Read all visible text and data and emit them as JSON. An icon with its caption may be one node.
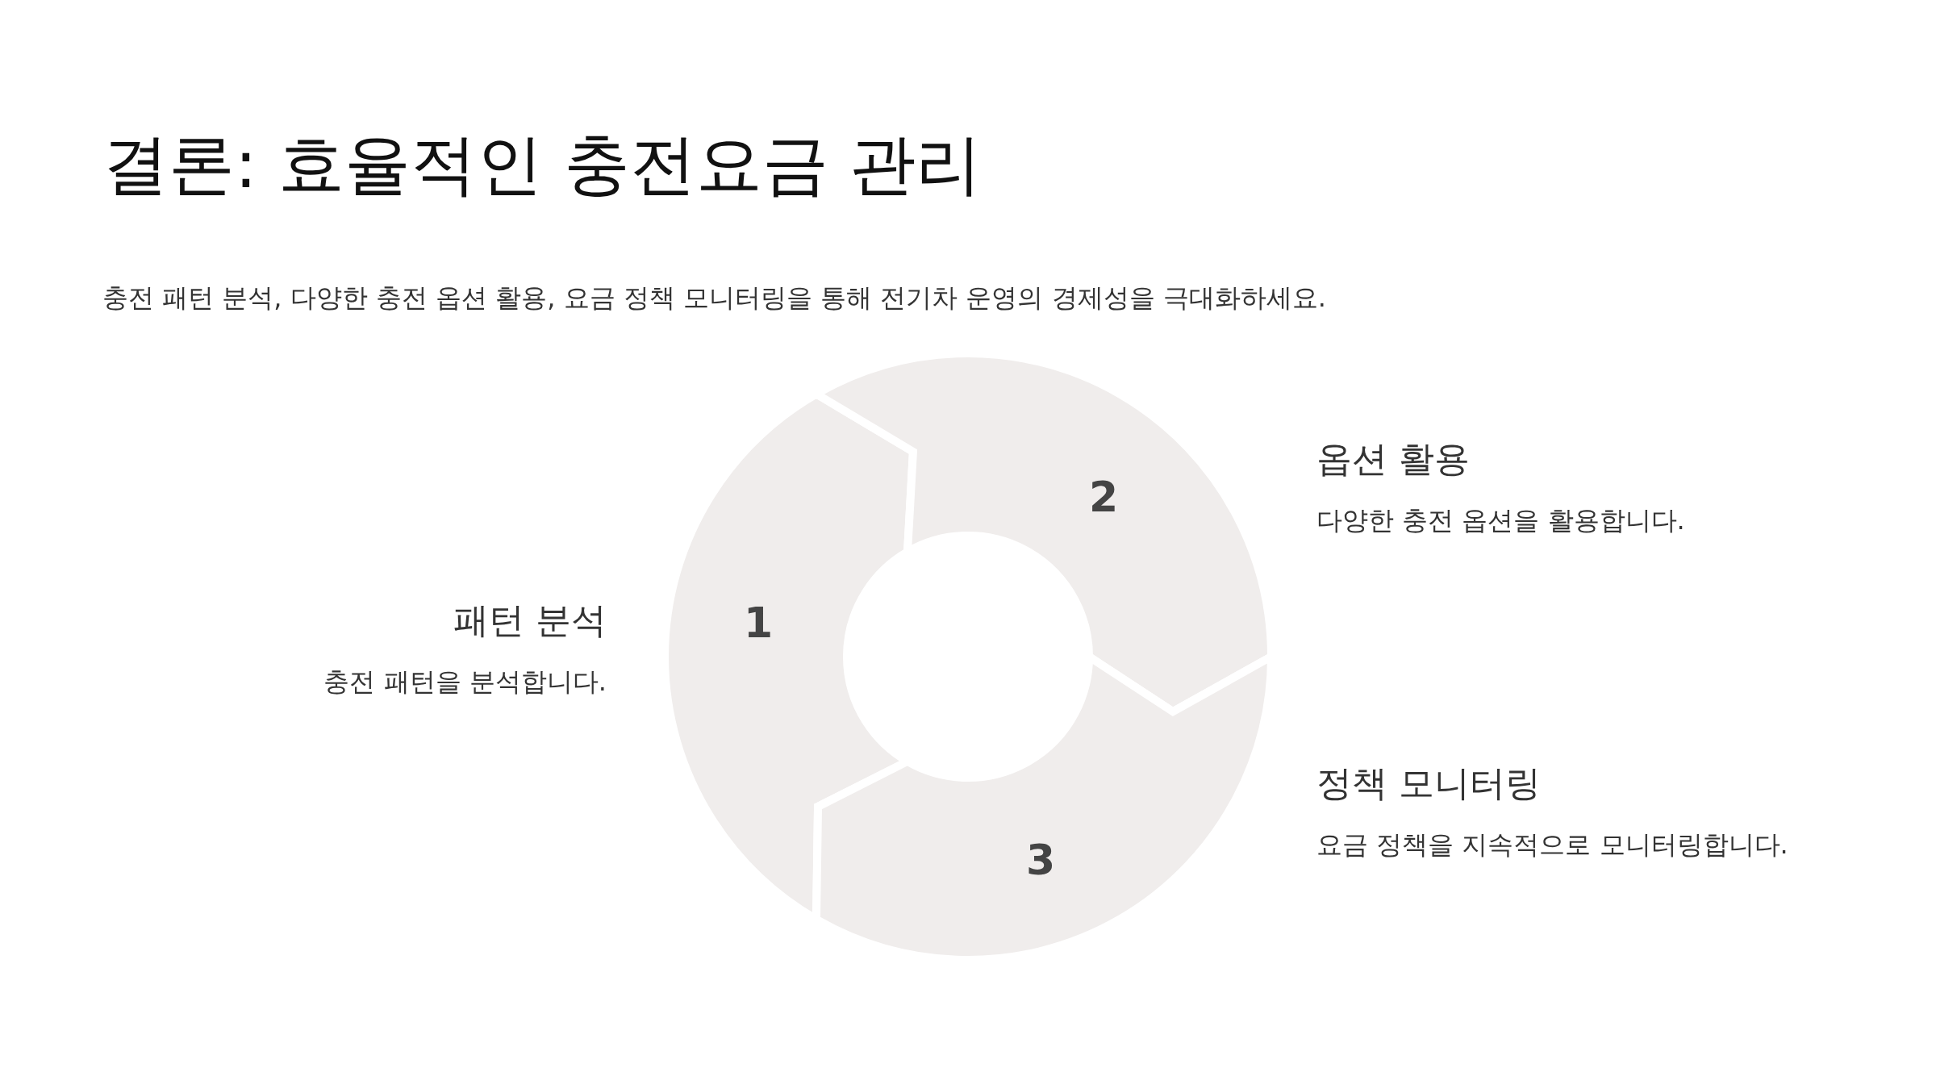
{
  "diagram": {
    "title": "결론: 효율적인 충전요금 관리",
    "nodes": [
      {
        "text": [
          "1"
        ],
        "beside": [
          "패턴 분석",
          "충전 패턴을 분석합니다."
        ]
      },
      {
        "text": [
          "2"
        ],
        "beside": [
          "옵션 활용",
          "다양한 충전 옵션을 활용합니다."
        ]
      },
      {
        "text": [
          "3"
        ],
        "beside": [
          "정책 모니터링",
          "요금 정책을 지속적으로 모니터링합니다."
        ]
      }
    ],
    "labels": [
      "충전 패턴 분석, 다양한 충전 옵션 활용, 요금 정책 모니터링을 통해 전기차 운영의 경제성을 극대화하세요."
    ]
  }
}
